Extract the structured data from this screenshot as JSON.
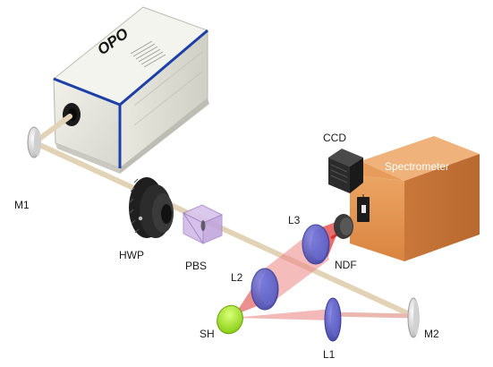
{
  "labels": {
    "opo": "OPO",
    "m1": "M1",
    "hwp": "HWP",
    "pbs": "PBS",
    "l1": "L1",
    "l2": "L2",
    "l3": "L3",
    "sh": "SH",
    "m2": "M2",
    "ndf": "NDF",
    "ccd": "CCD",
    "spectrometer": "Spectrometer"
  },
  "colors": {
    "opo_body": "#e6e6de",
    "opo_edge": "#1c3fa8",
    "pump_beam": "#e3d3b6",
    "signal_beam": "#e87a7a",
    "lens": "#5d5fc4",
    "sh_crystal": "#a8ec2b",
    "spectrometer": "#e39453",
    "camera": "#2d2d2d"
  },
  "icons": {
    "opo": "laser-box-icon",
    "mirror": "round-mirror-icon",
    "waveplate": "rotation-mount-icon",
    "beamsplitter": "cube-icon",
    "lens": "lens-icon",
    "crystal": "disc-icon",
    "filter": "filter-disc-icon",
    "camera": "ccd-camera-icon",
    "spectrometer": "box-icon"
  }
}
